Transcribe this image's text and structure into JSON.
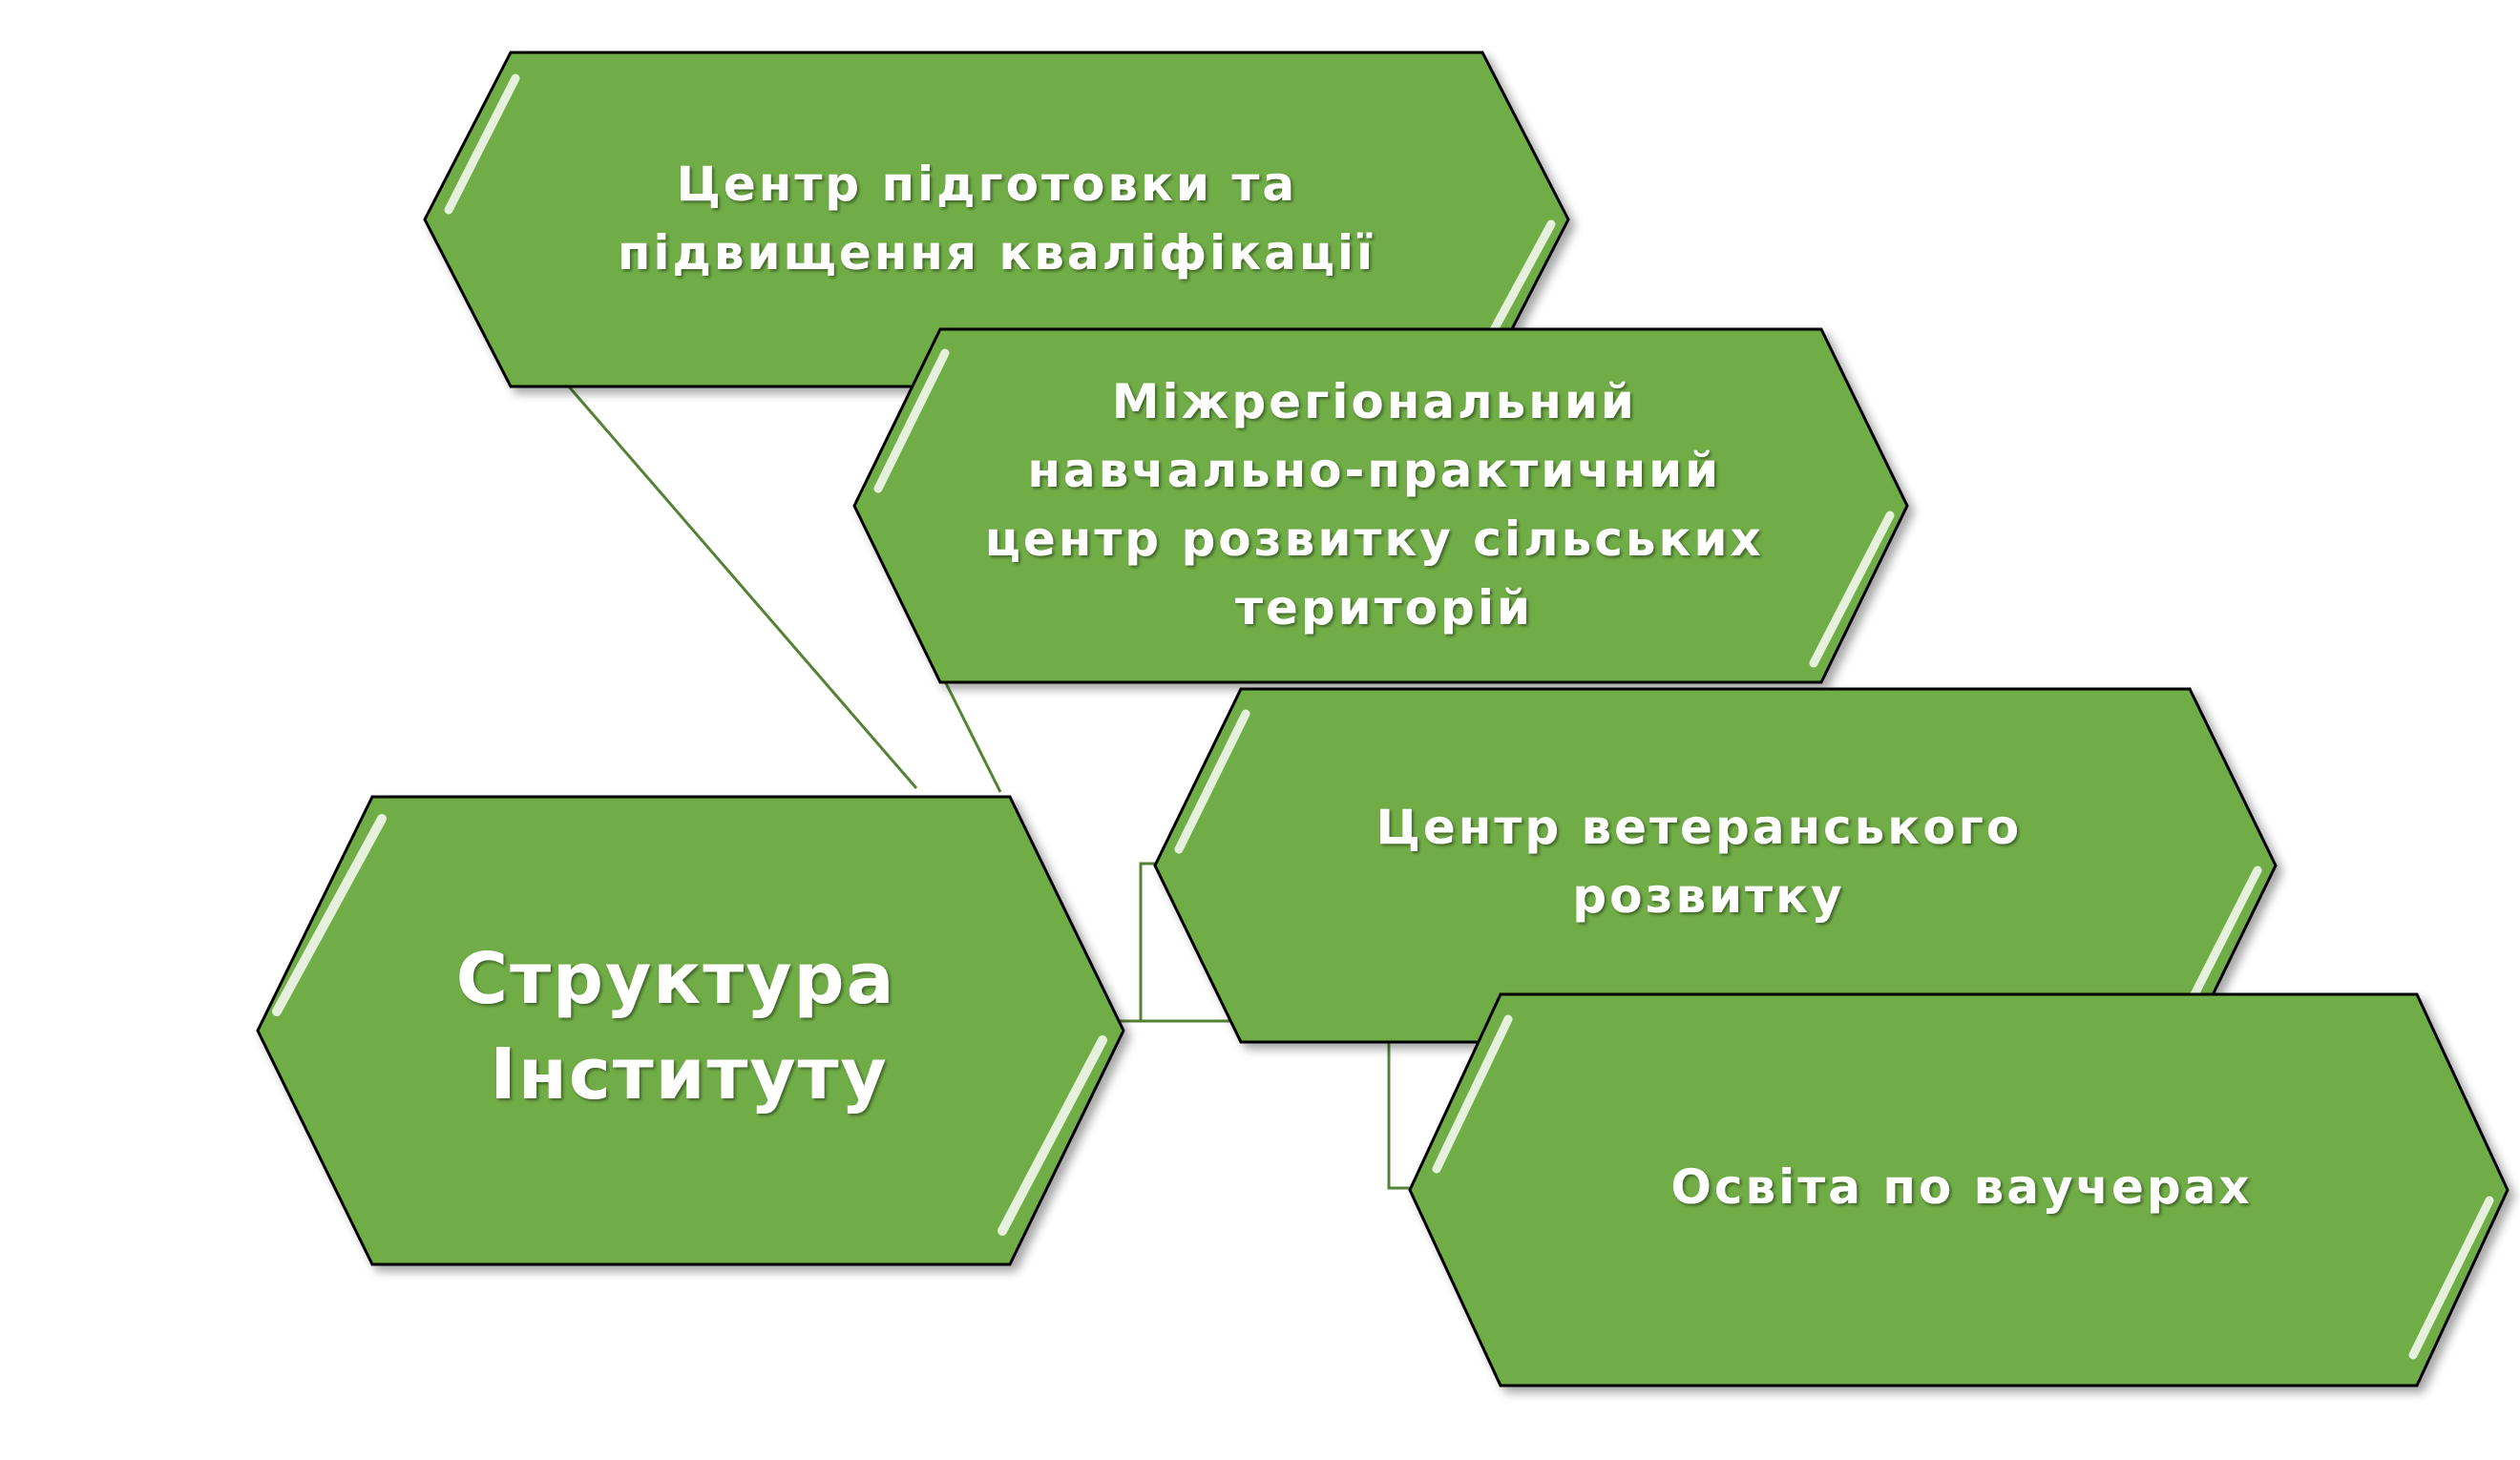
{
  "colors": {
    "fill": "#70AD47",
    "stroke": "#000000",
    "connector": "#548235",
    "text": "#FFFFFF",
    "highlight": "#F2F8EE"
  },
  "nodes": {
    "root": {
      "lines": [
        "Структура",
        "Інституту"
      ]
    },
    "center_training": {
      "lines": [
        "Центр підготовки та",
        "підвищення кваліфікації"
      ]
    },
    "interregional_center": {
      "lines": [
        "Міжрегіональний",
        "навчально-практичний",
        "центр розвитку сільських",
        "територій"
      ]
    },
    "veteran_center": {
      "lines": [
        "Центр ветеранського",
        "розвитку"
      ]
    },
    "voucher_education": {
      "lines": [
        "Освіта по ваучерах"
      ]
    }
  }
}
